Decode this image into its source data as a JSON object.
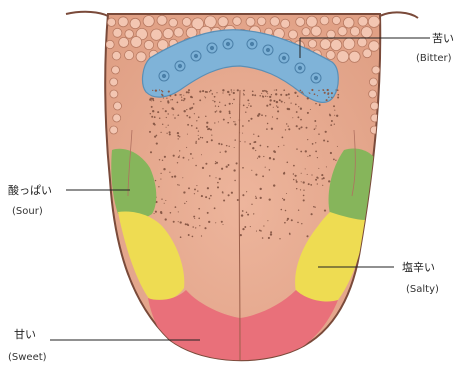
{
  "colors": {
    "tongue": "#E8AC92",
    "tongue_outline": "#7A4A3A",
    "papillae_fill": "#F3C6B2",
    "bitter": "#7FB3D8",
    "sour": "#86B55B",
    "salty": "#EEDC52",
    "sweet": "#E9707A",
    "dots": "#8A5A48"
  },
  "labels": {
    "bitter": {
      "jp": "苦い",
      "en": "(Bitter)"
    },
    "sour": {
      "jp": "酸っぱい",
      "en": "(Sour)"
    },
    "salty": {
      "jp": "塩辛い",
      "en": "(Salty)"
    },
    "sweet": {
      "jp": "甘い",
      "en": "(Sweet)"
    }
  }
}
